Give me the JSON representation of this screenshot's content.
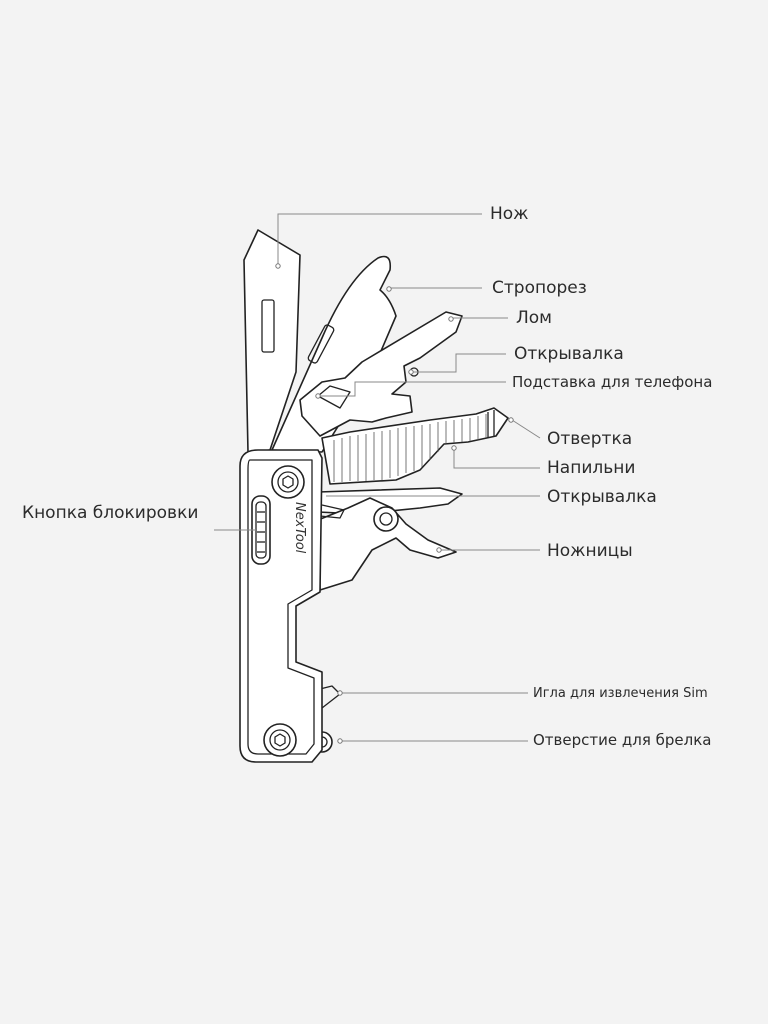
{
  "brand_text": "NexTool",
  "labels": {
    "knife": "Нож",
    "strap_cutter": "Стропорез",
    "pry_bar": "Лом",
    "bottle_opener": "Открывалка",
    "phone_stand": "Подставка для телефона",
    "screwdriver": "Отвертка",
    "file": "Напильни",
    "can_opener": "Открывалка",
    "scissors": "Ножницы",
    "lock_button": "Кнопка блокировки",
    "sim_needle": "Игла для извлечения Sim",
    "keyring_hole": "Отверстие для брелка"
  },
  "icons": {
    "screw": "screw-icon",
    "lock_button": "lock-button-icon"
  }
}
